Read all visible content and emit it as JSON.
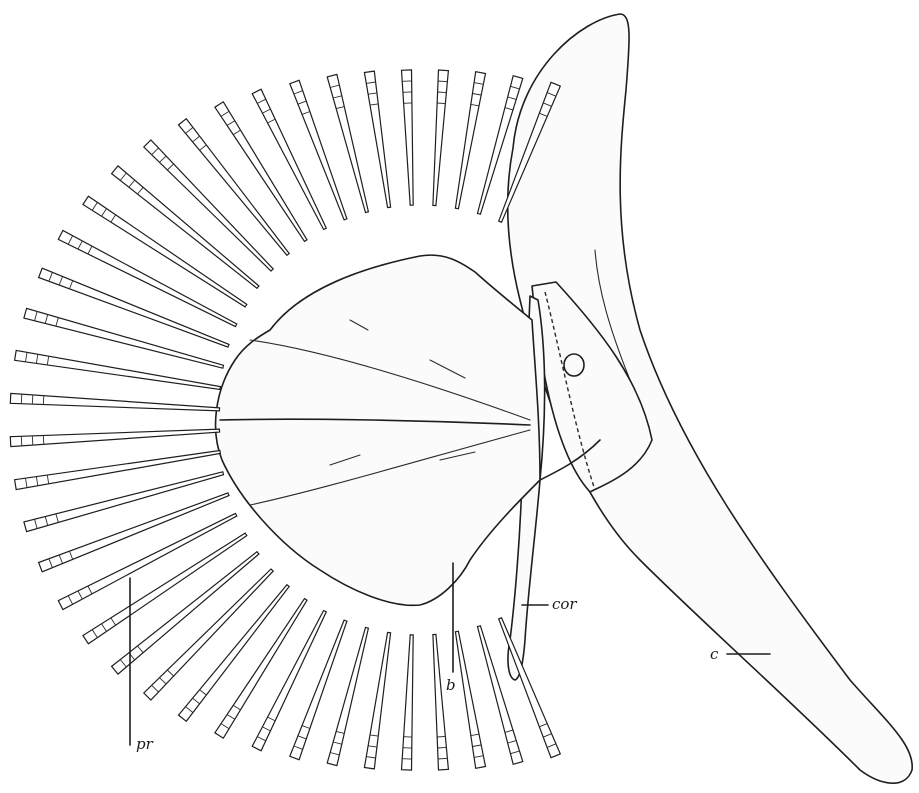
{
  "labels": {
    "pr": "pr",
    "b": "b",
    "cor": "cor",
    "c": "c"
  },
  "colors": {
    "ink": "#1e1e1e",
    "background": "#ffffff"
  }
}
